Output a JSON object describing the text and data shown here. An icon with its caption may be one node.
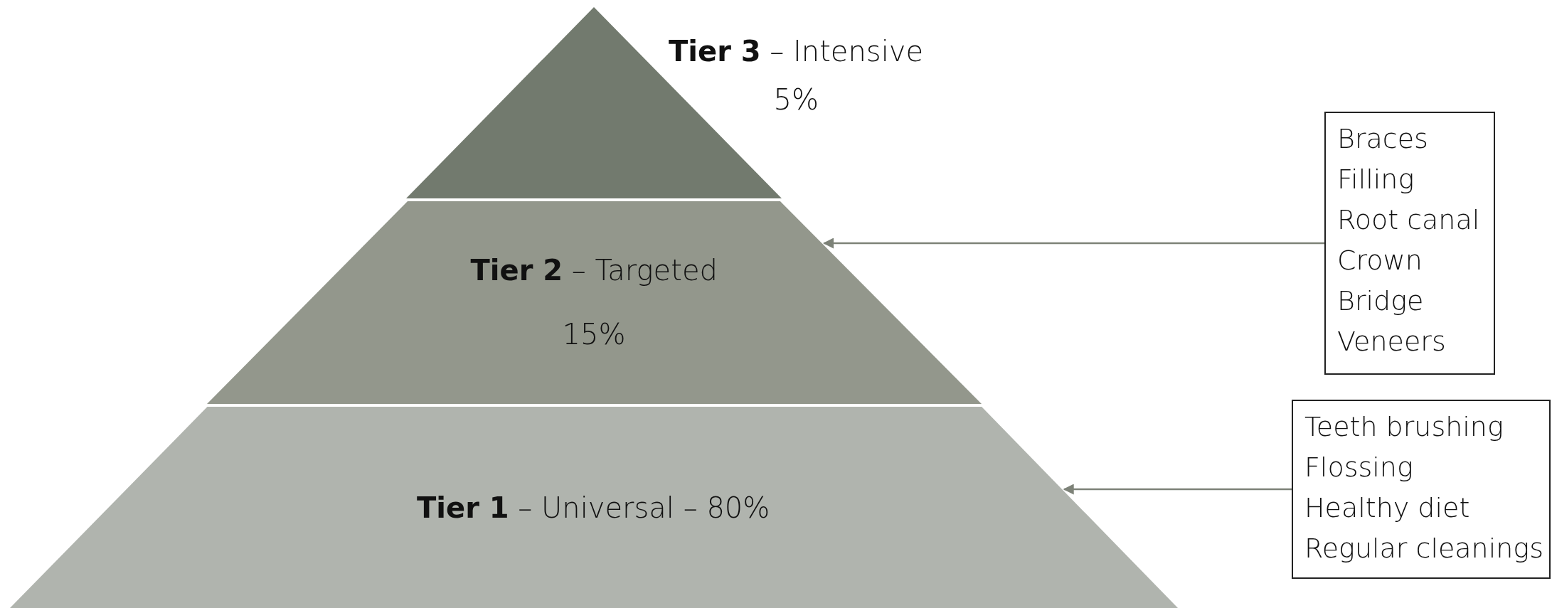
{
  "diagram": {
    "nodes": [
      {
        "text": [
          "**Tier 3** – Intensive",
          "5%"
        ]
      },
      {
        "text": [
          "**Tier 2** – Targeted",
          "15%"
        ]
      },
      {
        "text": [
          "**Tier 1** – Universal – 80%"
        ]
      },
      {
        "text": [
          "Braces",
          "Filling",
          "Root canal",
          "Crown",
          "Bridge",
          "Veneers"
        ]
      },
      {
        "text": [
          "Teeth brushing",
          "Flossing",
          "Healthy diet",
          "Regular cleanings"
        ]
      }
    ],
    "edges": [
      {
        "from": 3,
        "to": 1,
        "arrow": "to"
      },
      {
        "from": 4,
        "to": 2,
        "arrow": "to"
      }
    ]
  }
}
